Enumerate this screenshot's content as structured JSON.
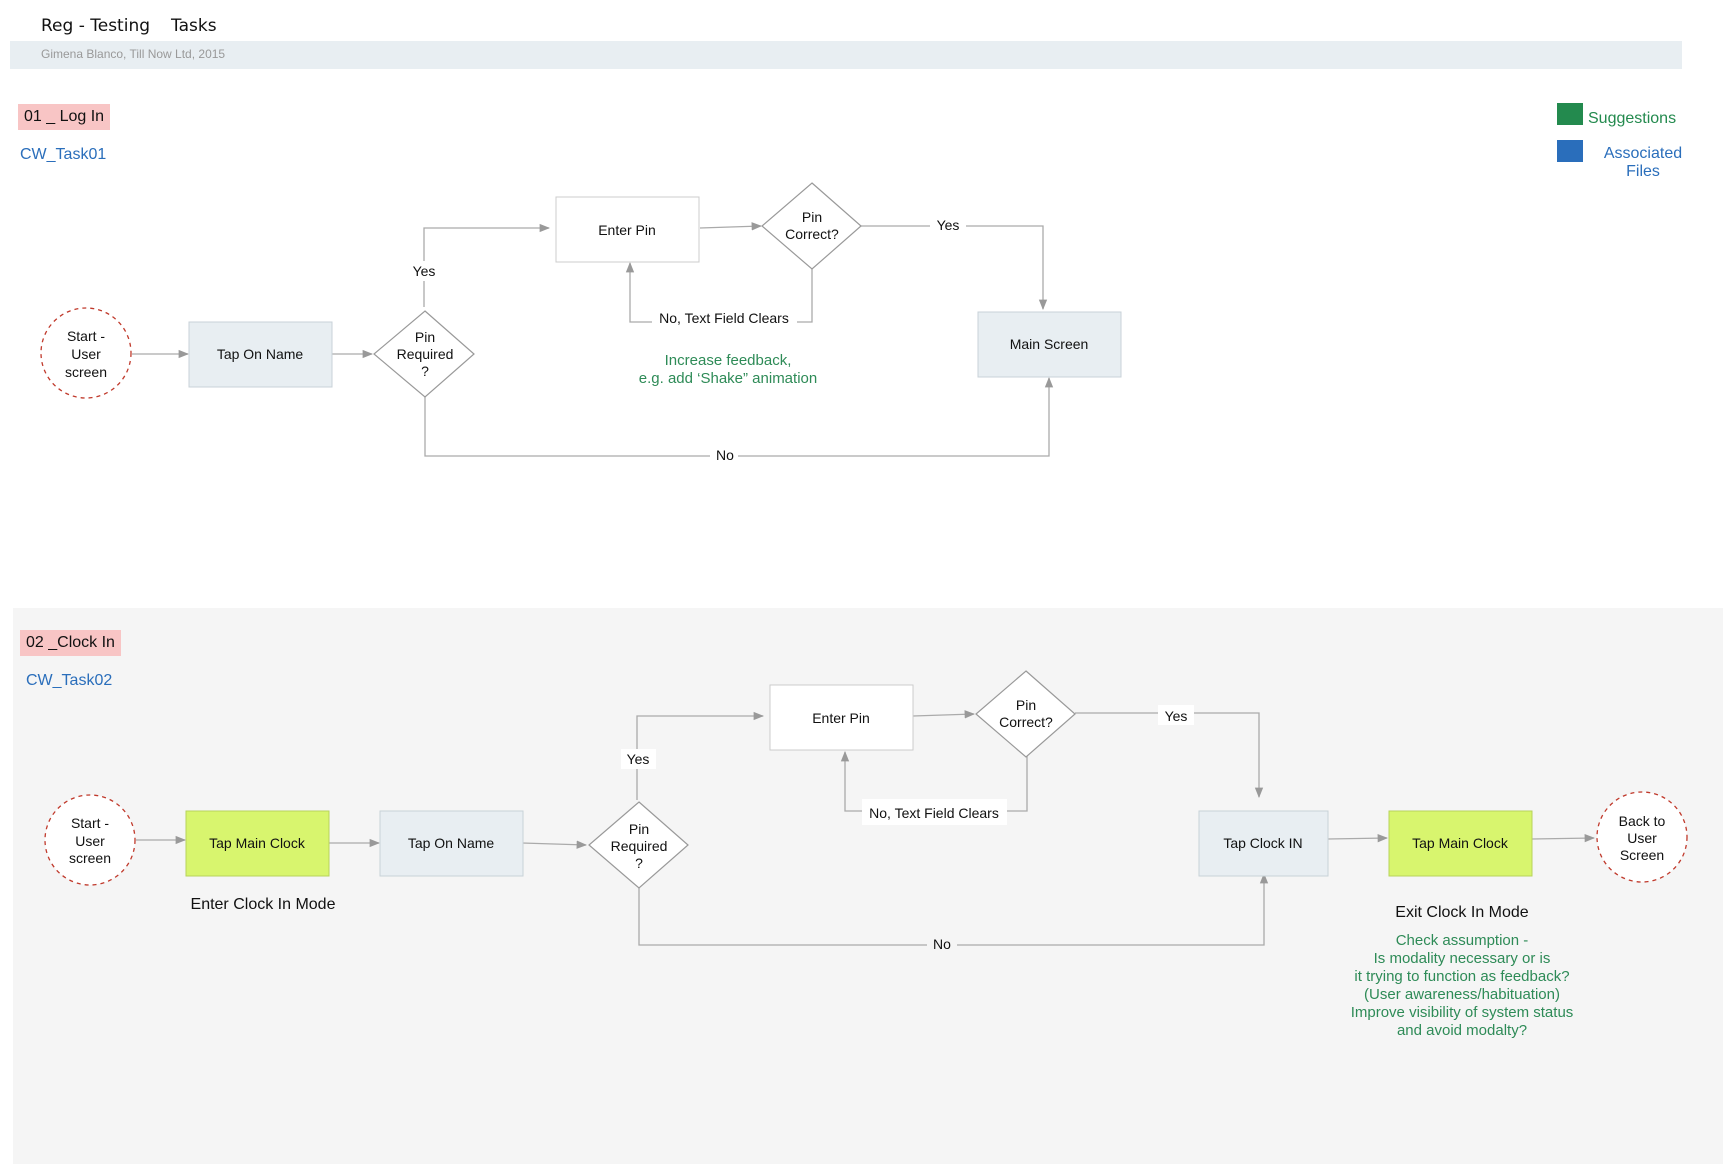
{
  "header": {
    "title_part1": "Reg -  Testing",
    "title_part2": "Tasks",
    "subtitle": "Gimena Blanco, Till Now Ltd, 2015"
  },
  "legend": {
    "items": [
      {
        "label": "Suggestions",
        "color": "#238a4e"
      },
      {
        "label": "Associated\nFiles",
        "color": "#2a6ebb"
      }
    ]
  },
  "section1": {
    "label": "01 _ Log In",
    "task": "CW_Task01",
    "nodes": {
      "start": [
        "Start -",
        "User",
        "screen"
      ],
      "tap_name": "Tap On Name",
      "pin_required": [
        "Pin",
        "Required",
        "?"
      ],
      "enter_pin": "Enter Pin",
      "pin_correct": [
        "Pin",
        "Correct?"
      ],
      "main_screen": "Main Screen"
    },
    "edges": {
      "yes1": "Yes",
      "yes2": "Yes",
      "no_clears": "No, Text Field Clears",
      "no": "No"
    },
    "suggestion": [
      "Increase feedback,",
      "e.g. add ‘Shake” animation"
    ]
  },
  "section2": {
    "label": "02 _Clock In",
    "task": "CW_Task02",
    "nodes": {
      "start": [
        "Start -",
        "User",
        "screen"
      ],
      "tap_main_clock_1": "Tap Main Clock",
      "tap_name": "Tap On Name",
      "pin_required": [
        "Pin",
        "Required",
        "?"
      ],
      "enter_pin": "Enter Pin",
      "pin_correct": [
        "Pin",
        "Correct?"
      ],
      "tap_clock_in": "Tap Clock IN",
      "tap_main_clock_2": "Tap Main Clock",
      "back": [
        "Back to",
        "User",
        "Screen"
      ]
    },
    "edges": {
      "yes1": "Yes",
      "yes2": "Yes",
      "no_clears": "No, Text Field Clears",
      "no": "No"
    },
    "note_enter": "Enter Clock In Mode",
    "note_exit": "Exit Clock In Mode",
    "suggestion": [
      "Check assumption -",
      "Is modality necessary or is",
      "it trying to function as feedback?",
      "(User awareness/habituation)",
      "Improve visibility of system status",
      "and avoid modalty?"
    ]
  },
  "colors": {
    "box_blue": "#e8eef2",
    "box_green": "#d8f56e",
    "start_circle": "#c0392b",
    "suggestion_text": "#2e8b57",
    "link_text": "#2a6ebb",
    "section_label_bg": "#f8c5c5"
  }
}
